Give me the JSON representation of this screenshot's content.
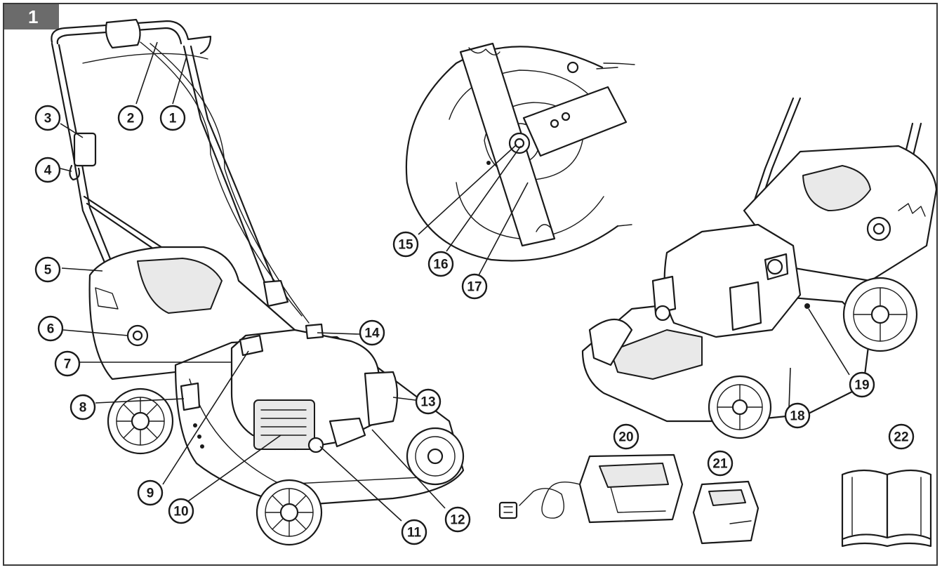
{
  "figure": {
    "number": "1"
  },
  "callouts": [
    {
      "id": "1",
      "label": "1"
    },
    {
      "id": "2",
      "label": "2"
    },
    {
      "id": "3",
      "label": "3"
    },
    {
      "id": "4",
      "label": "4"
    },
    {
      "id": "5",
      "label": "5"
    },
    {
      "id": "6",
      "label": "6"
    },
    {
      "id": "7",
      "label": "7"
    },
    {
      "id": "8",
      "label": "8"
    },
    {
      "id": "9",
      "label": "9"
    },
    {
      "id": "10",
      "label": "10"
    },
    {
      "id": "11",
      "label": "11"
    },
    {
      "id": "12",
      "label": "12"
    },
    {
      "id": "13",
      "label": "13"
    },
    {
      "id": "14",
      "label": "14"
    },
    {
      "id": "15",
      "label": "15"
    },
    {
      "id": "16",
      "label": "16"
    },
    {
      "id": "17",
      "label": "17"
    },
    {
      "id": "18",
      "label": "18"
    },
    {
      "id": "19",
      "label": "19"
    },
    {
      "id": "20",
      "label": "20"
    },
    {
      "id": "21",
      "label": "21"
    },
    {
      "id": "22",
      "label": "22"
    }
  ]
}
